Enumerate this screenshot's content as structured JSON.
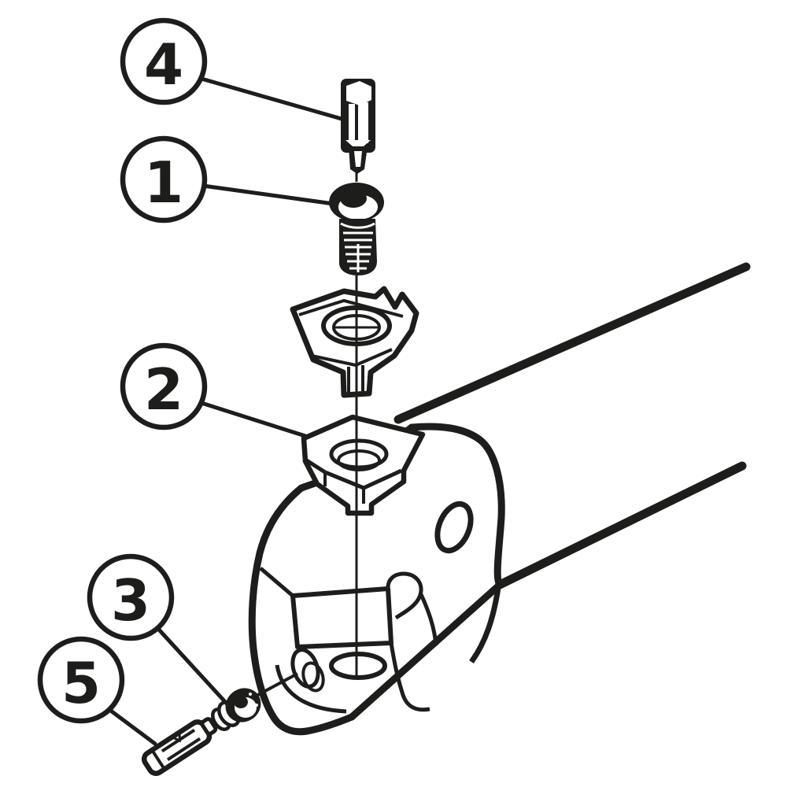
{
  "diagram": {
    "description": "exploded-view line drawing of a cutting tool cartridge assembly",
    "background_color": "#ffffff",
    "line_color": "#1d1d1b",
    "callouts": [
      {
        "label": "4"
      },
      {
        "label": "1"
      },
      {
        "label": "2"
      },
      {
        "label": "3"
      },
      {
        "label": "5"
      }
    ]
  }
}
